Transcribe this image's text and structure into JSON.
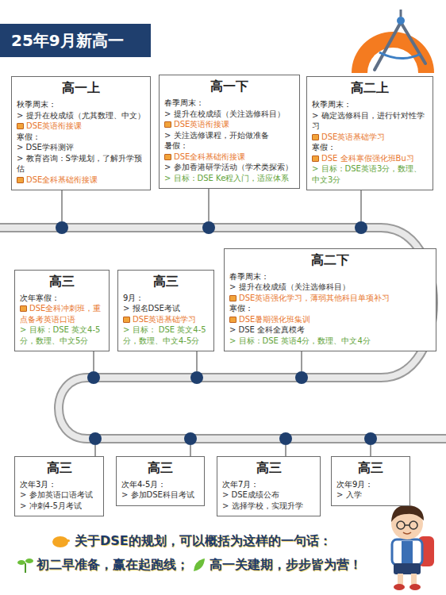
{
  "diagram": {
    "title": "25年9月新高一",
    "nodes": [
      {
        "text": [
          "高一上",
          "秋季周末：",
          "> 提升在校成绩（尤其数理、中文）",
          "DSE英语衔接课",
          "寒假：",
          "> DSE学科测评",
          "> 教育咨询：S学规划，了解升学预估",
          "DSE全科基础衔接课"
        ]
      },
      {
        "text": [
          "高一下",
          "春季周末：",
          "> 提升在校成绩（关注选修科目）",
          "DSE英语衔接课",
          "> 关注选修课程，开始做准备",
          "暑假：",
          "DSE全科基础衔接课",
          "> 参加香港研学活动（学术类探索）",
          "> 目标：DSE Ke程入门，适应体系"
        ]
      },
      {
        "text": [
          "高二上",
          "秋季周末：",
          "> 确定选修科目，进行针对性学习",
          "DSE英语基础学习",
          "寒假：",
          "DSE 全科寒假强化班Bu习",
          "> 目标：DSE英语3分，数理、中文3分"
        ]
      },
      {
        "text": [
          "高二下",
          "春季周末：",
          "> 提升在校成绩（关注选修科目）",
          "DSE英语强化学习，薄弱其他科目单项补习",
          "寒假：",
          "DSE暑期强化班集训",
          "> DSE 全科全真模考",
          "> 目标：DSE 英语4分，数理、中文4分"
        ]
      },
      {
        "text": [
          "高三",
          "9月：",
          "> 报名DSE考试",
          "DSE英语基础学习",
          "> 目标： DSE 英文4-5分，数理、中文4-5分"
        ]
      },
      {
        "text": [
          "高三",
          "次年寒假：",
          "DSE全科冲刺班，重点备考英语口语",
          "> 目标：DSE 英文4-5分，数理、中文5分"
        ]
      },
      {
        "text": [
          "高三",
          "次年3月：",
          "> 参加英语口语考试",
          "> 冲刺4-5月考试"
        ]
      },
      {
        "text": [
          "高三",
          "次年4-5月：",
          "> 参加DSE科目考试"
        ]
      },
      {
        "text": [
          "高三",
          "次年7月：",
          "> DSE成绩公布",
          "> 选择学校，实现升学"
        ]
      },
      {
        "text": [
          "高三",
          "次年9月：",
          "> 入学"
        ]
      }
    ],
    "labels": [
      "关于DSE的规划，可以概括为这样的一句话：",
      "初二早准备，赢在起跑线；",
      "高一关建期，步步皆为营！"
    ]
  }
}
